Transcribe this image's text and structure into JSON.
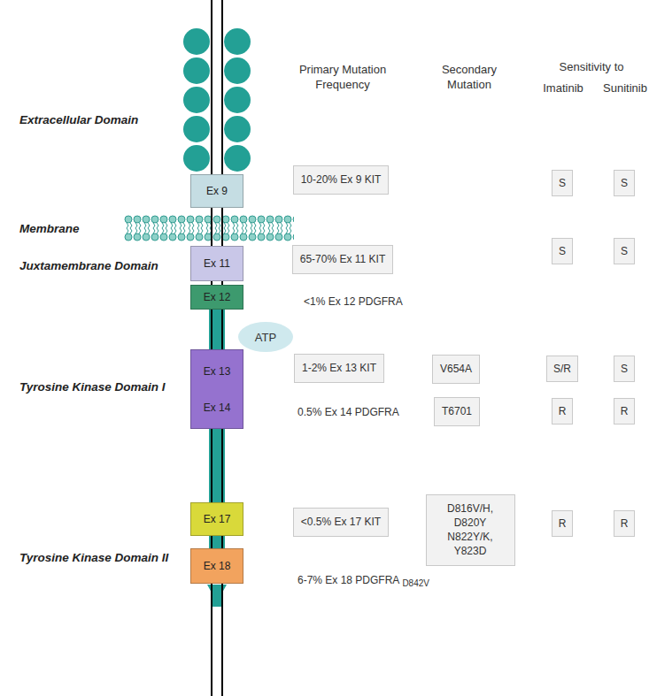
{
  "diagram": {
    "nodes": [
      {
        "text": [
          "Ex 9"
        ]
      },
      {
        "text": [
          "10-20% Ex 9 KIT"
        ]
      },
      {
        "text": [
          "S"
        ]
      },
      {
        "text": [
          "S"
        ]
      },
      {
        "text": [
          "Ex 11"
        ]
      },
      {
        "text": [
          "65-70% Ex 11 KIT"
        ]
      },
      {
        "text": [
          "S"
        ]
      },
      {
        "text": [
          "S"
        ]
      },
      {
        "text": [
          "Ex 12"
        ]
      },
      {
        "text": [
          "ATP"
        ]
      },
      {
        "text": [
          "Ex 13",
          "Ex 14"
        ]
      },
      {
        "text": [
          "1-2% Ex 13 KIT"
        ]
      },
      {
        "text": [
          "V654A"
        ]
      },
      {
        "text": [
          "S/R"
        ]
      },
      {
        "text": [
          "S"
        ]
      },
      {
        "text": [
          "T6701"
        ]
      },
      {
        "text": [
          "R"
        ]
      },
      {
        "text": [
          "R"
        ]
      },
      {
        "text": [
          "Ex 17"
        ]
      },
      {
        "text": [
          "<0.5% Ex 17 KIT"
        ]
      },
      {
        "text": [
          "D816V/H, D820Y N822Y/K, Y823D"
        ]
      },
      {
        "text": [
          "R"
        ]
      },
      {
        "text": [
          "R"
        ]
      },
      {
        "text": [
          "Ex 18"
        ]
      }
    ],
    "edges": [
      {
        "from": 8,
        "to": 10,
        "arrow": "none"
      },
      {
        "from": 10,
        "to": 18,
        "arrow": "none"
      },
      {
        "from": 18,
        "to": 23,
        "arrow": "none"
      }
    ],
    "labels": [
      "Extracellular Domain",
      "Membrane",
      "Juxtamembrane Domain",
      "Tyrosine Kinase Domain I",
      "Tyrosine Kinase Domain II",
      "Primary Mutation Frequency",
      "Secondary Mutation",
      "Sensitivity to",
      "Imatinib",
      "Sunitinib",
      "<1% Ex 12 PDGFRA",
      "0.5% Ex 14 PDGFRA",
      "6-7% Ex 18 PDGFRA",
      "D842V"
    ]
  }
}
